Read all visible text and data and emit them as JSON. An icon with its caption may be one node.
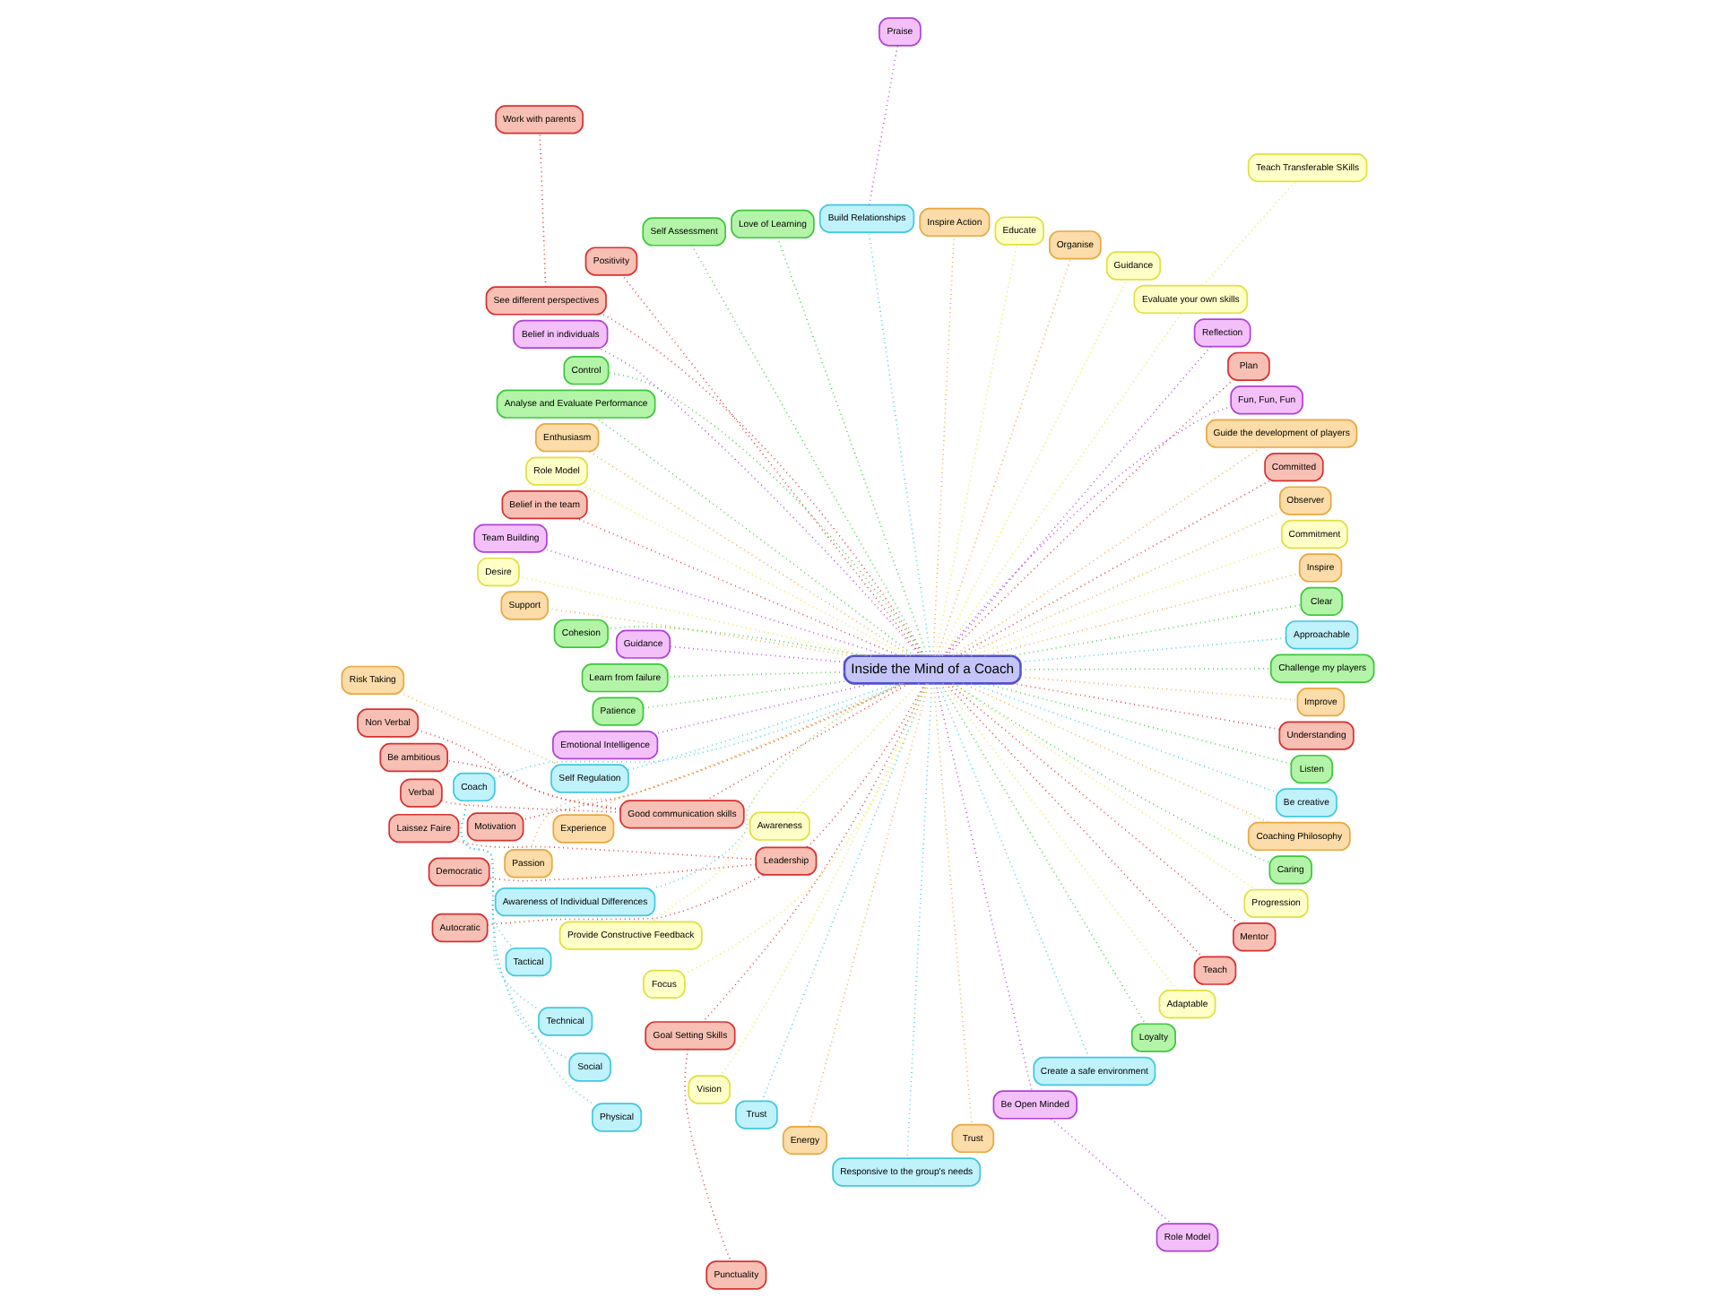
{
  "diagram": {
    "nodes": [
      {
        "text": [
          "Inside the Mind of a Coach"
        ]
      },
      {
        "text": [
          "Challenge my players"
        ]
      },
      {
        "text": [
          "Approachable"
        ]
      },
      {
        "text": [
          "Clear"
        ]
      },
      {
        "text": [
          "Inspire"
        ]
      },
      {
        "text": [
          "Commitment"
        ]
      },
      {
        "text": [
          "Observer"
        ]
      },
      {
        "text": [
          "Committed"
        ]
      },
      {
        "text": [
          "Teach Transferable SKills"
        ]
      },
      {
        "text": [
          "Guide the development of players"
        ]
      },
      {
        "text": [
          "Fun, Fun, Fun"
        ]
      },
      {
        "text": [
          "Plan"
        ]
      },
      {
        "text": [
          "Reflection"
        ]
      },
      {
        "text": [
          "Evaluate your own skills"
        ]
      },
      {
        "text": [
          "Guidance"
        ]
      },
      {
        "text": [
          "Organise"
        ]
      },
      {
        "text": [
          "Educate"
        ]
      },
      {
        "text": [
          "Inspire Action"
        ]
      },
      {
        "text": [
          "Build Relationships"
        ]
      },
      {
        "text": [
          "Praise"
        ]
      },
      {
        "text": [
          "Love of Learning"
        ]
      },
      {
        "text": [
          "Self Assessment"
        ]
      },
      {
        "text": [
          "Positivity"
        ]
      },
      {
        "text": [
          "Work with parents"
        ]
      },
      {
        "text": [
          "See different perspectives"
        ]
      },
      {
        "text": [
          "Belief in individuals"
        ]
      },
      {
        "text": [
          "Control"
        ]
      },
      {
        "text": [
          "Analyse and Evaluate Performance"
        ]
      },
      {
        "text": [
          "Enthusiasm"
        ]
      },
      {
        "text": [
          "Role Model"
        ]
      },
      {
        "text": [
          "Belief in the team"
        ]
      },
      {
        "text": [
          "Team Building"
        ]
      },
      {
        "text": [
          "Desire"
        ]
      },
      {
        "text": [
          "Support"
        ]
      },
      {
        "text": [
          "Cohesion"
        ]
      },
      {
        "text": [
          "Guidance"
        ]
      },
      {
        "text": [
          "Learn from failure"
        ]
      },
      {
        "text": [
          "Patience"
        ]
      },
      {
        "text": [
          "Emotional Intelligence"
        ]
      },
      {
        "text": [
          "Self Regulation"
        ]
      },
      {
        "text": [
          "Risk Taking"
        ]
      },
      {
        "text": [
          "Experience"
        ]
      },
      {
        "text": [
          "Non Verbal"
        ]
      },
      {
        "text": [
          "Good communication skills"
        ]
      },
      {
        "text": [
          "Awareness"
        ]
      },
      {
        "text": [
          "Tactical"
        ]
      },
      {
        "text": [
          "Be ambitious"
        ]
      },
      {
        "text": [
          "Leadership"
        ]
      },
      {
        "text": [
          "Coach"
        ]
      },
      {
        "text": [
          "Laissez Faire"
        ]
      },
      {
        "text": [
          "Technical"
        ]
      },
      {
        "text": [
          "Verbal"
        ]
      },
      {
        "text": [
          "Motivation"
        ]
      },
      {
        "text": [
          "Democratic"
        ]
      },
      {
        "text": [
          "Social"
        ]
      },
      {
        "text": [
          "Passion"
        ]
      },
      {
        "text": [
          "Physical"
        ]
      },
      {
        "text": [
          "Awareness of Individual Differences"
        ]
      },
      {
        "text": [
          "Provide Constructive Feedback"
        ]
      },
      {
        "text": [
          "Focus"
        ]
      },
      {
        "text": [
          "Autocratic"
        ]
      },
      {
        "text": [
          "Goal Setting Skills"
        ]
      },
      {
        "text": [
          "Punctuality"
        ]
      },
      {
        "text": [
          "Vision"
        ]
      },
      {
        "text": [
          "Trust"
        ]
      },
      {
        "text": [
          "Energy"
        ]
      },
      {
        "text": [
          "Responsive to the group's needs"
        ]
      },
      {
        "text": [
          "Trust"
        ]
      },
      {
        "text": [
          "Be Open Minded"
        ]
      },
      {
        "text": [
          "Create a safe environment"
        ]
      },
      {
        "text": [
          "Loyalty"
        ]
      },
      {
        "text": [
          "Adaptable"
        ]
      },
      {
        "text": [
          "Teach"
        ]
      },
      {
        "text": [
          "Mentor"
        ]
      },
      {
        "text": [
          "Progression"
        ]
      },
      {
        "text": [
          "Caring"
        ]
      },
      {
        "text": [
          "Role Model"
        ]
      },
      {
        "text": [
          "Coaching Philosophy"
        ]
      },
      {
        "text": [
          "Be creative"
        ]
      },
      {
        "text": [
          "Listen"
        ]
      },
      {
        "text": [
          "Understanding"
        ]
      },
      {
        "text": [
          "Improve"
        ]
      }
    ],
    "edges": [
      {
        "from": 0,
        "to": 1,
        "arrow": "none",
        "color": "#3cc83c"
      },
      {
        "from": 0,
        "to": 2,
        "arrow": "none",
        "color": "#40c8e0"
      },
      {
        "from": 0,
        "to": 3,
        "arrow": "none",
        "color": "#3cc83c"
      },
      {
        "from": 0,
        "to": 4,
        "arrow": "none",
        "color": "#e8a840"
      },
      {
        "from": 0,
        "to": 5,
        "arrow": "none",
        "color": "#e8e840"
      },
      {
        "from": 0,
        "to": 6,
        "arrow": "none",
        "color": "#e8a840"
      },
      {
        "from": 0,
        "to": 7,
        "arrow": "none",
        "color": "#d83030"
      },
      {
        "from": 13,
        "to": 8,
        "arrow": "none",
        "color": "#e8e840"
      },
      {
        "from": 0,
        "to": 9,
        "arrow": "none",
        "color": "#e8a840"
      },
      {
        "from": 0,
        "to": 10,
        "arrow": "none",
        "color": "#b040d8"
      },
      {
        "from": 0,
        "to": 11,
        "arrow": "none",
        "color": "#d83030"
      },
      {
        "from": 0,
        "to": 12,
        "arrow": "none",
        "color": "#b040d8"
      },
      {
        "from": 0,
        "to": 13,
        "arrow": "none",
        "color": "#e8e840"
      },
      {
        "from": 0,
        "to": 14,
        "arrow": "none",
        "color": "#e8e840"
      },
      {
        "from": 0,
        "to": 15,
        "arrow": "none",
        "color": "#e8a840"
      },
      {
        "from": 0,
        "to": 16,
        "arrow": "none",
        "color": "#e8e840"
      },
      {
        "from": 0,
        "to": 17,
        "arrow": "none",
        "color": "#e8a840"
      },
      {
        "from": 0,
        "to": 18,
        "arrow": "none",
        "color": "#40c8e0"
      },
      {
        "from": 18,
        "to": 19,
        "arrow": "none",
        "color": "#b040d8"
      },
      {
        "from": 0,
        "to": 20,
        "arrow": "none",
        "color": "#3cc83c"
      },
      {
        "from": 0,
        "to": 21,
        "arrow": "none",
        "color": "#3cc83c"
      },
      {
        "from": 0,
        "to": 22,
        "arrow": "none",
        "color": "#d83030"
      },
      {
        "from": 24,
        "to": 23,
        "arrow": "none",
        "color": "#d83030"
      },
      {
        "from": 0,
        "to": 24,
        "arrow": "none",
        "color": "#d83030"
      },
      {
        "from": 0,
        "to": 25,
        "arrow": "none",
        "color": "#b040d8"
      },
      {
        "from": 0,
        "to": 26,
        "arrow": "none",
        "color": "#3cc83c"
      },
      {
        "from": 0,
        "to": 27,
        "arrow": "none",
        "color": "#3cc83c"
      },
      {
        "from": 0,
        "to": 28,
        "arrow": "none",
        "color": "#e8a840"
      },
      {
        "from": 0,
        "to": 29,
        "arrow": "none",
        "color": "#e8e840"
      },
      {
        "from": 0,
        "to": 30,
        "arrow": "none",
        "color": "#d83030"
      },
      {
        "from": 0,
        "to": 31,
        "arrow": "none",
        "color": "#b040d8"
      },
      {
        "from": 0,
        "to": 32,
        "arrow": "none",
        "color": "#e8e840"
      },
      {
        "from": 0,
        "to": 33,
        "arrow": "none",
        "color": "#e8a840"
      },
      {
        "from": 0,
        "to": 34,
        "arrow": "none",
        "color": "#3cc83c"
      },
      {
        "from": 0,
        "to": 35,
        "arrow": "none",
        "color": "#b040d8"
      },
      {
        "from": 0,
        "to": 36,
        "arrow": "none",
        "color": "#3cc83c"
      },
      {
        "from": 0,
        "to": 37,
        "arrow": "none",
        "color": "#3cc83c"
      },
      {
        "from": 0,
        "to": 38,
        "arrow": "none",
        "color": "#b040d8"
      },
      {
        "from": 0,
        "to": 39,
        "arrow": "none",
        "color": "#40c8e0"
      },
      {
        "from": 39,
        "to": 40,
        "arrow": "none",
        "color": "#e8a840"
      },
      {
        "from": 0,
        "to": 41,
        "arrow": "none",
        "color": "#e8a840"
      },
      {
        "from": 43,
        "to": 42,
        "arrow": "none",
        "color": "#d83030"
      },
      {
        "from": 0,
        "to": 43,
        "arrow": "none",
        "color": "#d83030"
      },
      {
        "from": 0,
        "to": 44,
        "arrow": "none",
        "color": "#e8e840"
      },
      {
        "from": 48,
        "to": 45,
        "arrow": "none",
        "color": "#40c8e0"
      },
      {
        "from": 43,
        "to": 46,
        "arrow": "none",
        "color": "#d83030"
      },
      {
        "from": 0,
        "to": 47,
        "arrow": "none",
        "color": "#d83030"
      },
      {
        "from": 0,
        "to": 48,
        "arrow": "none",
        "color": "#40c8e0"
      },
      {
        "from": 47,
        "to": 49,
        "arrow": "none",
        "color": "#d83030"
      },
      {
        "from": 48,
        "to": 50,
        "arrow": "none",
        "color": "#40c8e0"
      },
      {
        "from": 43,
        "to": 51,
        "arrow": "none",
        "color": "#d83030"
      },
      {
        "from": 0,
        "to": 52,
        "arrow": "none",
        "color": "#d83030"
      },
      {
        "from": 47,
        "to": 53,
        "arrow": "none",
        "color": "#d83030"
      },
      {
        "from": 48,
        "to": 54,
        "arrow": "none",
        "color": "#40c8e0"
      },
      {
        "from": 0,
        "to": 55,
        "arrow": "none",
        "color": "#e8a840"
      },
      {
        "from": 48,
        "to": 56,
        "arrow": "none",
        "color": "#40c8e0"
      },
      {
        "from": 0,
        "to": 57,
        "arrow": "none",
        "color": "#40c8e0"
      },
      {
        "from": 0,
        "to": 58,
        "arrow": "none",
        "color": "#e8e840"
      },
      {
        "from": 0,
        "to": 59,
        "arrow": "none",
        "color": "#e8e840"
      },
      {
        "from": 47,
        "to": 60,
        "arrow": "none",
        "color": "#d83030"
      },
      {
        "from": 0,
        "to": 61,
        "arrow": "none",
        "color": "#d83030"
      },
      {
        "from": 61,
        "to": 62,
        "arrow": "none",
        "color": "#d83030"
      },
      {
        "from": 0,
        "to": 63,
        "arrow": "none",
        "color": "#e8e840"
      },
      {
        "from": 0,
        "to": 64,
        "arrow": "none",
        "color": "#40c8e0"
      },
      {
        "from": 0,
        "to": 65,
        "arrow": "none",
        "color": "#e8a840"
      },
      {
        "from": 0,
        "to": 66,
        "arrow": "none",
        "color": "#40c8e0"
      },
      {
        "from": 0,
        "to": 67,
        "arrow": "none",
        "color": "#e8a840"
      },
      {
        "from": 0,
        "to": 68,
        "arrow": "none",
        "color": "#b040d8"
      },
      {
        "from": 0,
        "to": 69,
        "arrow": "none",
        "color": "#40c8e0"
      },
      {
        "from": 0,
        "to": 70,
        "arrow": "none",
        "color": "#3cc83c"
      },
      {
        "from": 0,
        "to": 71,
        "arrow": "none",
        "color": "#e8e840"
      },
      {
        "from": 0,
        "to": 72,
        "arrow": "none",
        "color": "#d83030"
      },
      {
        "from": 0,
        "to": 73,
        "arrow": "none",
        "color": "#d83030"
      },
      {
        "from": 0,
        "to": 74,
        "arrow": "none",
        "color": "#e8e840"
      },
      {
        "from": 0,
        "to": 75,
        "arrow": "none",
        "color": "#3cc83c"
      },
      {
        "from": 68,
        "to": 76,
        "arrow": "none",
        "color": "#b040d8"
      },
      {
        "from": 0,
        "to": 77,
        "arrow": "none",
        "color": "#e8a840"
      },
      {
        "from": 0,
        "to": 78,
        "arrow": "none",
        "color": "#40c8e0"
      },
      {
        "from": 0,
        "to": 79,
        "arrow": "none",
        "color": "#3cc83c"
      },
      {
        "from": 0,
        "to": 80,
        "arrow": "none",
        "color": "#d83030"
      },
      {
        "from": 0,
        "to": 81,
        "arrow": "none",
        "color": "#e8a840"
      }
    ]
  }
}
